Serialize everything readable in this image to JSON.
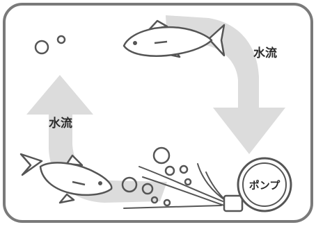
{
  "diagram": {
    "flow_label_right": "水流",
    "flow_label_left": "水流",
    "pump_label": "ポンプ"
  },
  "colors": {
    "frame_stroke": "#7a7a7a",
    "arrow_fill": "#dcdcdc",
    "line_stroke": "#555555",
    "fish_fill": "#ffffff"
  },
  "icons": [
    "fish-icon",
    "bubble-icon",
    "pump-icon"
  ]
}
